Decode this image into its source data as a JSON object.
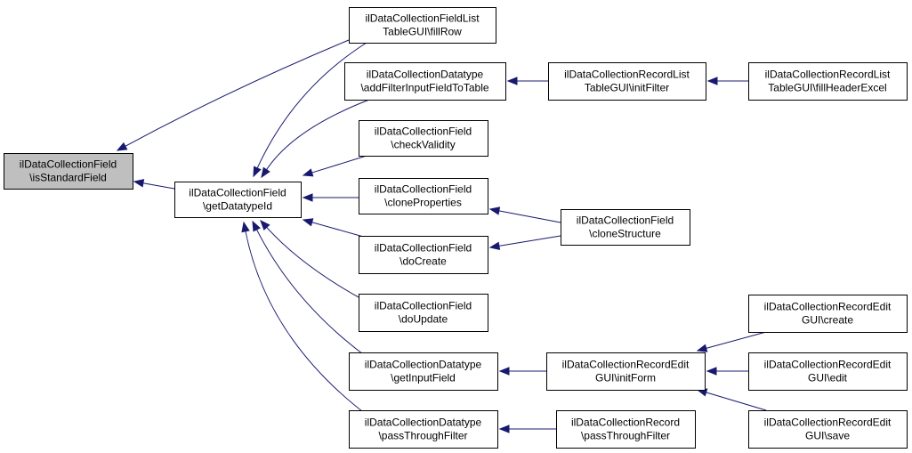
{
  "colors": {
    "edge": "#191970",
    "node_fill": "#ffffff",
    "focus_fill": "#bfbfbf",
    "node_border": "#000000"
  },
  "nodes": [
    {
      "id": "isStandardField",
      "lines": [
        "ilDataCollectionField",
        "\\isStandardField"
      ],
      "focus": true
    },
    {
      "id": "getDatatypeId",
      "lines": [
        "ilDataCollectionField",
        "\\getDatatypeId"
      ]
    },
    {
      "id": "fillRow",
      "lines": [
        "ilDataCollectionFieldList",
        "TableGUI\\fillRow"
      ]
    },
    {
      "id": "addFilterInputFieldToTable",
      "lines": [
        "ilDataCollectionDatatype",
        "\\addFilterInputFieldToTable"
      ]
    },
    {
      "id": "initFilter",
      "lines": [
        "ilDataCollectionRecordList",
        "TableGUI\\initFilter"
      ]
    },
    {
      "id": "fillHeaderExcel",
      "lines": [
        "ilDataCollectionRecordList",
        "TableGUI\\fillHeaderExcel"
      ]
    },
    {
      "id": "checkValidity",
      "lines": [
        "ilDataCollectionField",
        "\\checkValidity"
      ]
    },
    {
      "id": "cloneProperties",
      "lines": [
        "ilDataCollectionField",
        "\\cloneProperties"
      ]
    },
    {
      "id": "cloneStructure",
      "lines": [
        "ilDataCollectionField",
        "\\cloneStructure"
      ]
    },
    {
      "id": "doCreate",
      "lines": [
        "ilDataCollectionField",
        "\\doCreate"
      ]
    },
    {
      "id": "doUpdate",
      "lines": [
        "ilDataCollectionField",
        "\\doUpdate"
      ]
    },
    {
      "id": "getInputField",
      "lines": [
        "ilDataCollectionDatatype",
        "\\getInputField"
      ]
    },
    {
      "id": "initForm",
      "lines": [
        "ilDataCollectionRecordEdit",
        "GUI\\initForm"
      ]
    },
    {
      "id": "create",
      "lines": [
        "ilDataCollectionRecordEdit",
        "GUI\\create"
      ]
    },
    {
      "id": "edit",
      "lines": [
        "ilDataCollectionRecordEdit",
        "GUI\\edit"
      ]
    },
    {
      "id": "save",
      "lines": [
        "ilDataCollectionRecordEdit",
        "GUI\\save"
      ]
    },
    {
      "id": "dtPassThroughFilter",
      "lines": [
        "ilDataCollectionDatatype",
        "\\passThroughFilter"
      ]
    },
    {
      "id": "recPassThroughFilter",
      "lines": [
        "ilDataCollectionRecord",
        "\\passThroughFilter"
      ]
    }
  ],
  "edges": [
    {
      "from": "fillRow",
      "to": "isStandardField"
    },
    {
      "from": "getDatatypeId",
      "to": "isStandardField"
    },
    {
      "from": "fillRow",
      "to": "getDatatypeId"
    },
    {
      "from": "addFilterInputFieldToTable",
      "to": "getDatatypeId"
    },
    {
      "from": "checkValidity",
      "to": "getDatatypeId"
    },
    {
      "from": "cloneProperties",
      "to": "getDatatypeId"
    },
    {
      "from": "doCreate",
      "to": "getDatatypeId"
    },
    {
      "from": "doUpdate",
      "to": "getDatatypeId"
    },
    {
      "from": "getInputField",
      "to": "getDatatypeId"
    },
    {
      "from": "dtPassThroughFilter",
      "to": "getDatatypeId"
    },
    {
      "from": "initFilter",
      "to": "addFilterInputFieldToTable"
    },
    {
      "from": "fillHeaderExcel",
      "to": "initFilter"
    },
    {
      "from": "cloneStructure",
      "to": "cloneProperties"
    },
    {
      "from": "cloneStructure",
      "to": "doCreate"
    },
    {
      "from": "initForm",
      "to": "getInputField"
    },
    {
      "from": "create",
      "to": "initForm"
    },
    {
      "from": "edit",
      "to": "initForm"
    },
    {
      "from": "save",
      "to": "initForm"
    },
    {
      "from": "recPassThroughFilter",
      "to": "dtPassThroughFilter"
    }
  ]
}
